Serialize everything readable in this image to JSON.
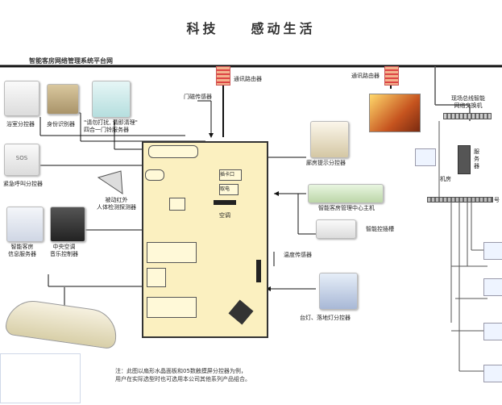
{
  "slogan": "科技　　感动生活",
  "system_title": "智能客房网络管理系统平台网",
  "devices": {
    "plug_in_ctrl": "浴室分控器",
    "identity_reader": "身份识别器",
    "dnd_service": "\"请勿打扰, 请即清理\"\n四合一门铃服务器",
    "door_sensor": "门磁传感器",
    "router_1": "通讯路由器",
    "router_2": "通讯路由器",
    "sos_call": "紧急呼叫分控器",
    "ir_sensor": "被动红外\n人体检测探测器",
    "room_service_ctrl": "智能客房\n信息服务器",
    "ac_controller": "中央空调\n音乐控制器",
    "corridor_ctrl": "廊房提示分控器",
    "host": "智能客房管理中心主机",
    "power_socket": "智能控插槽",
    "temp_sensor": "温度传感器",
    "light_ctrl": "台灯、落地灯分控器",
    "network_switch": "现场总线智能\n网络交换机",
    "server": "服务器",
    "machine_room": "机房"
  },
  "floorplan": {
    "ac_label": "空调",
    "card_slot": "插卡口",
    "fetch": "取电"
  },
  "note": "注：此图以扇形水晶面板和05数触摸屏分控器为例，\n用户在实际选型时也可选用本公司其他系列产品组合。",
  "edge_label": "号"
}
